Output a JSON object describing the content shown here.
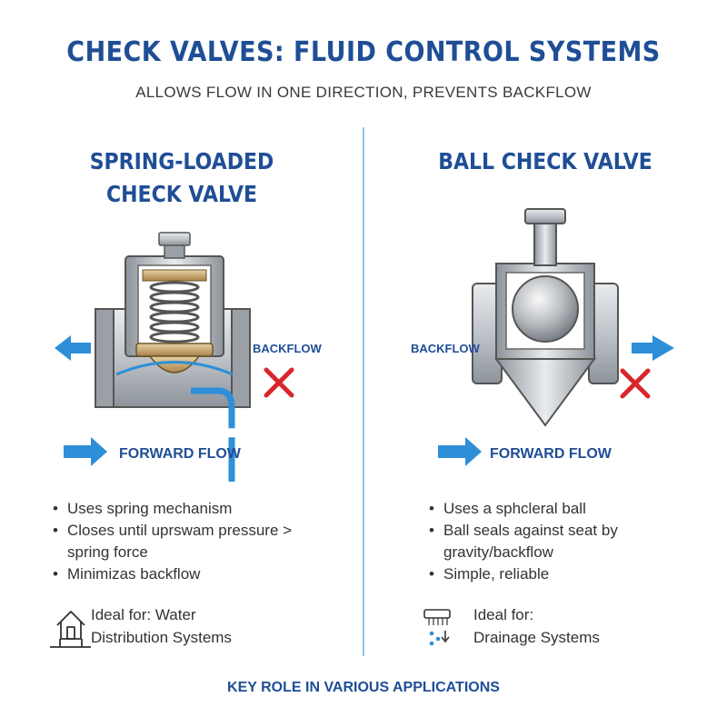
{
  "header": {
    "title": "CHECK VALVES: FLUID CONTROL SYSTEMS",
    "subtitle": "ALLOWS FLOW IN ONE DIRECTION, PREVENTS BACKFLOW"
  },
  "left_panel": {
    "title_line1": "SPRING-LOADED",
    "title_line2": "CHECK VALVE",
    "backflow_label": "BACKFLOW",
    "forward_label": "FORWARD FLOW",
    "bullets": [
      "Uses spring mechanism",
      "Closes until uprswam pressure >",
      "spring force",
      "Minimizas backflow"
    ],
    "ideal_line1": "Ideal for: Water",
    "ideal_line2": "Distribution Systems",
    "icon": "house-plumbing-icon"
  },
  "right_panel": {
    "title": "BALL CHECK VALVE",
    "backflow_label": "BACKFLOW",
    "forward_label": "FORWARD FLOW",
    "bullets": [
      "Uses a sphcleral ball",
      "Ball seals against seat by",
      "gravity/backflow",
      "Simple, reliable"
    ],
    "ideal_line1": "Ideal for:",
    "ideal_line2": "Drainage Systems",
    "icon": "drain-icon"
  },
  "footer": {
    "text": "KEY ROLE IN VARIOUS APPLICATIONS"
  },
  "colors": {
    "title_blue": "#1f4e96",
    "flow_blue": "#2e8fd8",
    "block_red": "#d9262b",
    "brass": "#c9a86a",
    "steel": "#b9bec4"
  }
}
